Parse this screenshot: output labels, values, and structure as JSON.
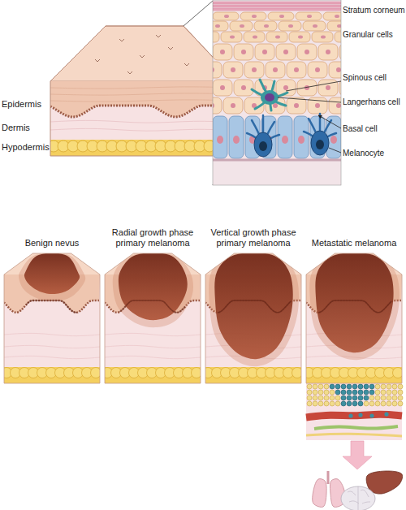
{
  "diagram": {
    "nodes": [
      {
        "text": [
          "Benign nevus"
        ]
      },
      {
        "text": [
          "Radial growth phase primary melanoma"
        ]
      },
      {
        "text": [
          "Vertical growth phase primary melanoma"
        ]
      },
      {
        "text": [
          "Metastatic melanoma"
        ]
      }
    ],
    "labels": [
      "Stratum corneum",
      "Granular cells",
      "Spinous cell",
      "Langerhans cell",
      "Basal cell",
      "Melanocyte",
      "Epidermis",
      "Dermis",
      "Hypodermis"
    ]
  }
}
